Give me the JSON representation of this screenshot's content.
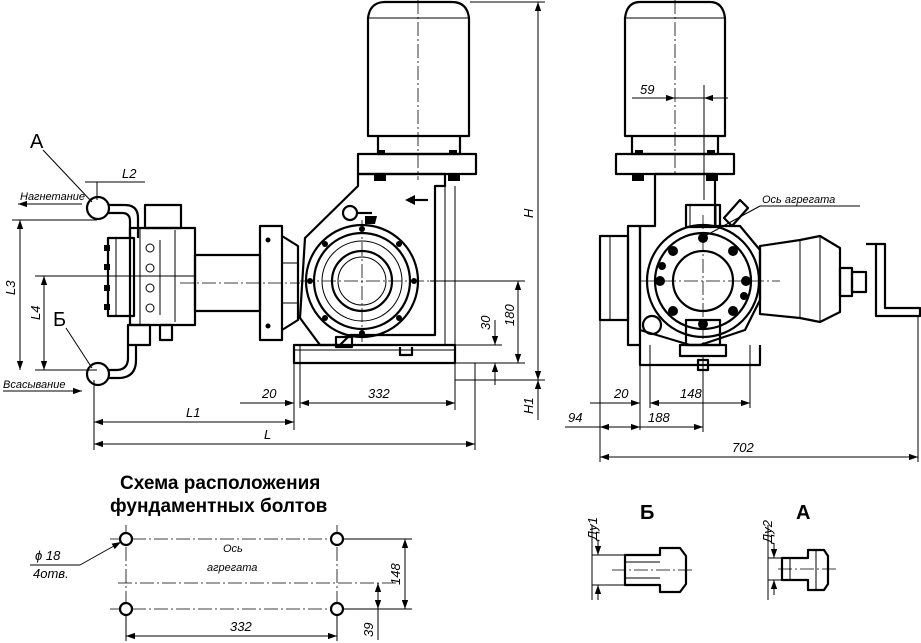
{
  "views": {
    "side": {
      "callout_a": "А",
      "callout_b": "Б",
      "discharge_label": "Нагнетание",
      "suction_label": "Всасывание",
      "dim_l2": "L2",
      "dim_l3": "L3",
      "dim_l4": "L4",
      "dim_h": "H",
      "dim_h1": "H1",
      "dim_30": "30",
      "dim_180": "180",
      "dim_20": "20",
      "dim_332": "332",
      "dim_l1": "L1",
      "dim_l": "L"
    },
    "front": {
      "dim_59": "59",
      "axis_label": "Ось агрегата",
      "dim_20": "20",
      "dim_148": "148",
      "dim_94": "94",
      "dim_188": "188",
      "dim_702": "702"
    }
  },
  "bolt_scheme": {
    "title_line1": "Схема расположения",
    "title_line2": "фундаментных болтов",
    "hole_dia": "ϕ 18",
    "hole_count": "4отв.",
    "axis_line1": "Ось",
    "axis_line2": "агрегата",
    "dim_148": "148",
    "dim_39": "39",
    "dim_332": "332"
  },
  "details": {
    "b_title": "Б",
    "b_dim": "Ду1",
    "a_title": "А",
    "a_dim": "Ду2"
  }
}
